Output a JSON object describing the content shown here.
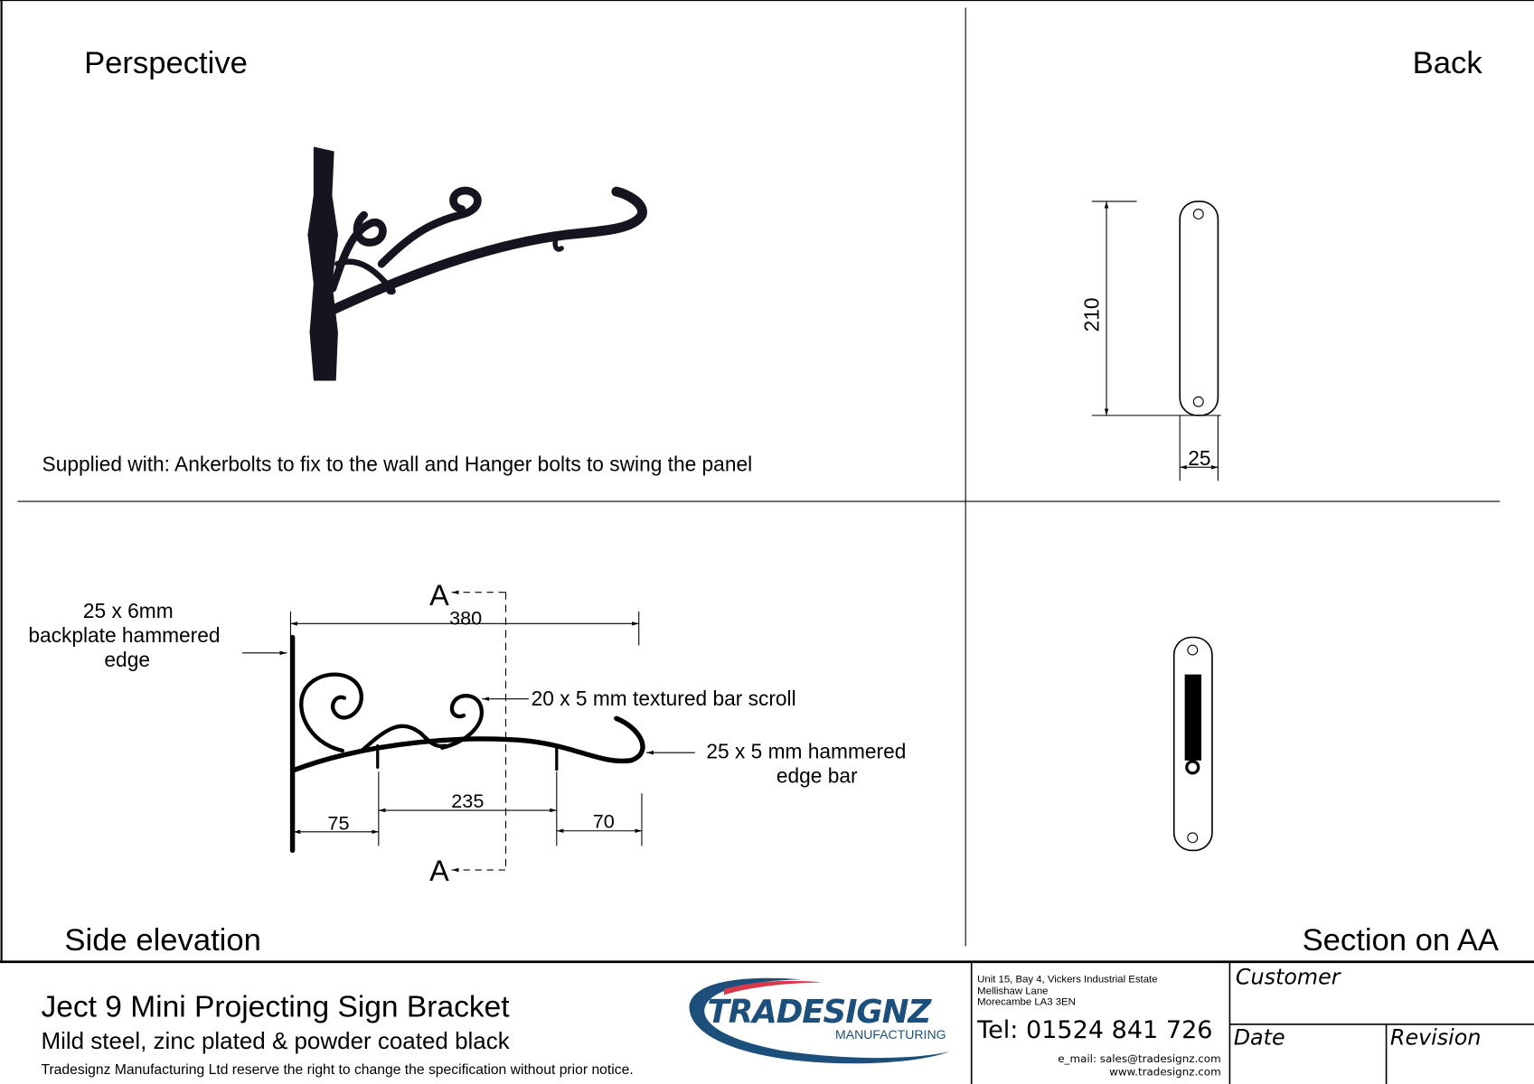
{
  "views": {
    "perspective": "Perspective",
    "back": "Back",
    "side": "Side elevation",
    "section": "Section on AA"
  },
  "supplied_note": "Supplied with: Ankerbolts to fix to the wall and Hanger bolts to swing the panel",
  "back_dims": {
    "height": "210",
    "width": "25"
  },
  "side_dims": {
    "overall": "380",
    "left": "75",
    "middle": "235",
    "right": "70",
    "section_mark": "A"
  },
  "labels": {
    "backplate_1": "25 x 6mm",
    "backplate_2": "backplate hammered",
    "backplate_3": "edge",
    "scroll": "20 x 5 mm textured bar scroll",
    "edgebar_1": "25 x 5 mm hammered",
    "edgebar_2": "edge bar"
  },
  "title_block": {
    "title": "Ject 9 Mini Projecting Sign Bracket",
    "subtitle": "Mild steel, zinc plated & powder coated black",
    "disclaimer": "Tradesignz Manufacturing Ltd reserve the right to change the specification without prior notice.",
    "logo_main": "TRADESIGNZ",
    "logo_sub": "MANUFACTURING",
    "address": [
      "Unit 15, Bay 4, Vickers Industrial Estate",
      "Mellishaw Lane",
      "Morecambe LA3 3EN"
    ],
    "tel": "Tel: 01524 841 726",
    "email": "e_mail: sales@tradesignz.com",
    "web": "www.tradesignz.com",
    "customer_label": "Customer",
    "date_label": "Date",
    "revision_label": "Revision"
  },
  "colors": {
    "logo_blue": "#1d4f7c",
    "logo_red": "#d8394a",
    "metal": "#15151f"
  }
}
